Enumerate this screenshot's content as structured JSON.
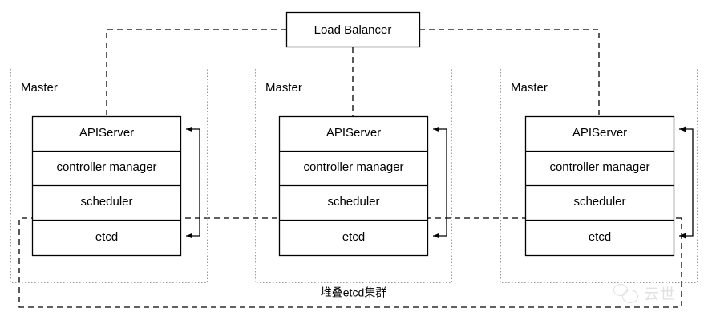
{
  "diagram": {
    "title_node": {
      "label": "Load Balancer"
    },
    "caption": "堆叠etcd集群",
    "watermark": {
      "text": "云世",
      "icon": "wechat-bubbles-icon"
    },
    "masters": [
      {
        "label": "Master",
        "components": [
          {
            "label": "APIServer"
          },
          {
            "label": "controller manager"
          },
          {
            "label": "scheduler"
          },
          {
            "label": "etcd"
          }
        ]
      },
      {
        "label": "Master",
        "components": [
          {
            "label": "APIServer"
          },
          {
            "label": "controller manager"
          },
          {
            "label": "scheduler"
          },
          {
            "label": "etcd"
          }
        ]
      },
      {
        "label": "Master",
        "components": [
          {
            "label": "APIServer"
          },
          {
            "label": "controller manager"
          },
          {
            "label": "scheduler"
          },
          {
            "label": "etcd"
          }
        ]
      }
    ],
    "colors": {
      "stroke": "#000000",
      "group_stroke": "#9a9a9a",
      "background": "#ffffff"
    }
  }
}
